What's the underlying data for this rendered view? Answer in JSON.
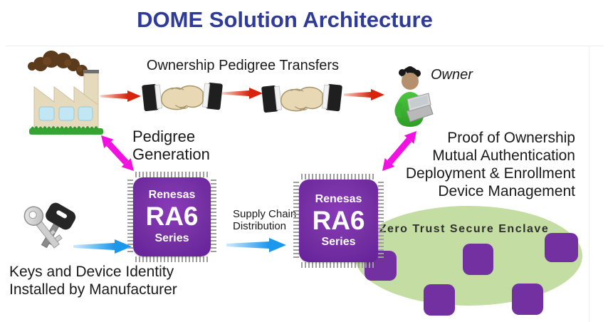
{
  "title": "DOME Solution Architecture",
  "flow": {
    "ownership_transfers_label": "Ownership Pedigree Transfers",
    "owner_label": "Owner",
    "pedigree_generation_label": "Pedigree\nGeneration",
    "supply_chain_label": "Supply Chain\nDistribution",
    "keys_label": "Keys and Device Identity\nInstalled by Manufacturer",
    "owner_capabilities": [
      "Proof of Ownership",
      "Mutual Authentication",
      "Deployment & Enrollment",
      "Device Management"
    ]
  },
  "chip": {
    "brand": "Renesas",
    "model": "RA6",
    "series": "Series"
  },
  "enclave": {
    "label": "Zero Trust Secure Enclave",
    "node_count": 5
  },
  "icons": {
    "factory": "factory-icon",
    "handshake": "handshake-icon",
    "owner": "person-with-laptop-icon",
    "keys": "keys-icon",
    "chip": "microcontroller-chip-icon"
  },
  "colors": {
    "title_blue": "#2e3b99",
    "chip_purple": "#7430a2",
    "enclave_green": "#c4dda3",
    "magenta_arrow": "#f112e2",
    "red_arrow": "#d8240c",
    "blue_arrow": "#1b97ec",
    "text_black": "#1a1a1a"
  }
}
